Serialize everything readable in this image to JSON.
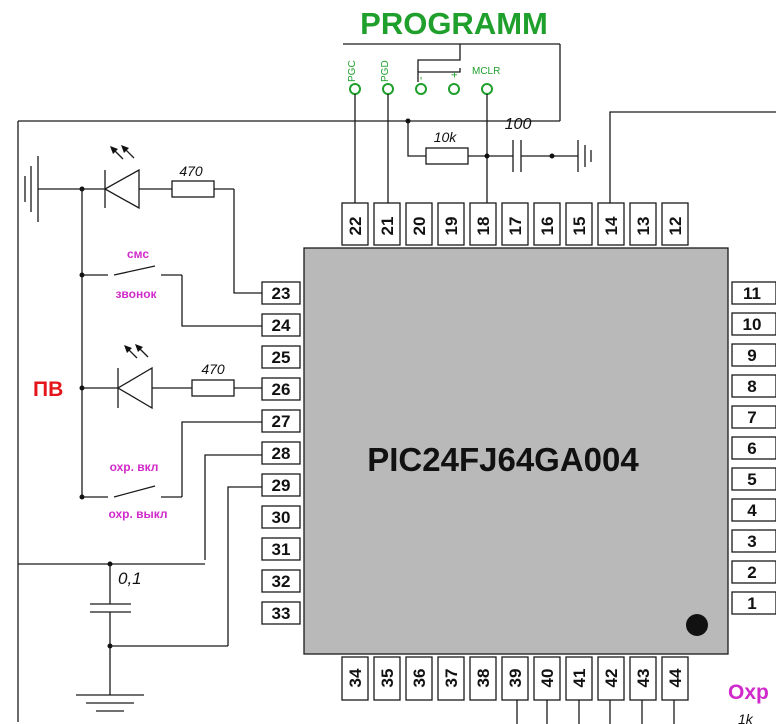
{
  "title": "PROGRAMM",
  "chip": {
    "label": "PIC24FJ64GA004"
  },
  "prog_pins": [
    "PGC",
    "PGD",
    "-",
    "+",
    "MCLR"
  ],
  "pins": {
    "top": [
      "22",
      "21",
      "20",
      "19",
      "18",
      "17",
      "16",
      "15",
      "14",
      "13",
      "12"
    ],
    "left": [
      "23",
      "24",
      "25",
      "26",
      "27",
      "28",
      "29",
      "30",
      "31",
      "32",
      "33"
    ],
    "right": [
      "11",
      "10",
      "9",
      "8",
      "7",
      "6",
      "5",
      "4",
      "3",
      "2",
      "1"
    ],
    "bottom": [
      "34",
      "35",
      "36",
      "37",
      "38",
      "39",
      "40",
      "41",
      "42",
      "43",
      "44"
    ]
  },
  "components": {
    "r_top": "10k",
    "c_top": "100",
    "r_led1": "470",
    "r_led2": "470",
    "c_left": "0,1",
    "r_bottom": "1k"
  },
  "labels": {
    "pv": "ПВ",
    "sms": "смс",
    "ring": "звонок",
    "guard_on": "охр. вкл",
    "guard_off": "охр. выкл",
    "corner": "Охр"
  },
  "colors": {
    "title": "#1fa02c",
    "pv": "#e4161b",
    "switch_labels": "#d02acb",
    "chip_fill": "#b9b9b9"
  }
}
